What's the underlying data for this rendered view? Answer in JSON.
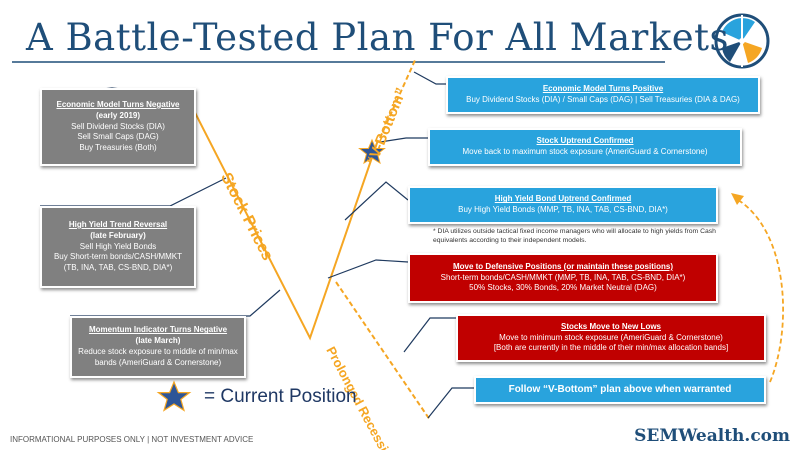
{
  "title": "A Battle-Tested Plan For All Markets",
  "labels": {
    "stock_prices": "Stock Prices",
    "v_bottom": "“V-Bottom”",
    "prolonged_recession": "Prolonged Recession"
  },
  "left_boxes": [
    {
      "head": "Economic Model Turns Negative",
      "sub": "(early 2019)",
      "lines": [
        "Sell Dividend Stocks (DIA)",
        "Sell Small Caps (DAG)",
        "Buy Treasuries (Both)"
      ]
    },
    {
      "head": "High Yield Trend Reversal",
      "sub": "(late February)",
      "lines": [
        "Sell High Yield Bonds",
        "Buy Short-term bonds/CASH/MMKT",
        "(TB, INA, TAB, CS-BND, DIA*)"
      ]
    },
    {
      "head": "Momentum Indicator Turns Negative",
      "sub": "(late March)",
      "lines": [
        "Reduce stock exposure to middle of min/max",
        "bands (AmeriGuard & Cornerstone)"
      ]
    }
  ],
  "right_boxes": [
    {
      "head": "Economic Model Turns Positive",
      "lines": [
        "Buy Dividend Stocks (DIA) / Small Caps (DAG) | Sell Treasuries (DIA & DAG)"
      ]
    },
    {
      "head": "Stock Uptrend Confirmed",
      "lines": [
        "Move back to maximum stock exposure (AmeriGuard & Cornerstone)"
      ]
    },
    {
      "head": "High Yield Bond Uptrend Confirmed",
      "lines": [
        "Buy High Yield Bonds (MMP, TB, INA, TAB, CS-BND, DIA*)"
      ]
    },
    {
      "head": "Move to Defensive Positions (or maintain these positions)",
      "lines": [
        "Short-term bonds/CASH/MMKT (MMP, TB, INA, TAB, CS-BND, DIA*)",
        "50% Stocks, 30% Bonds, 20% Market Neutral (DAG)"
      ]
    },
    {
      "head": "Stocks Move to New Lows",
      "lines": [
        "Move to minimum stock exposure (AmeriGuard & Cornerstone)",
        "[Both are currently in the middle of their min/max allocation bands]"
      ]
    }
  ],
  "note": "* DIA utilizes outside tactical fixed income managers who will allocate to high yields from Cash equivalents according to their independent models.",
  "follow": "Follow “V-Bottom” plan above when warranted",
  "legend": "= Current Position",
  "footer": "INFORMATIONAL PURPOSES ONLY | NOT INVESTMENT ADVICE",
  "brand": "SEMWealth.com",
  "icons": {
    "logo": "compass-logo-icon",
    "marker": "star-icon"
  },
  "colors": {
    "gray": "#808080",
    "blue": "#29a3dd",
    "red": "#c00000",
    "line": "#f5a623",
    "title": "#1f4e79"
  }
}
